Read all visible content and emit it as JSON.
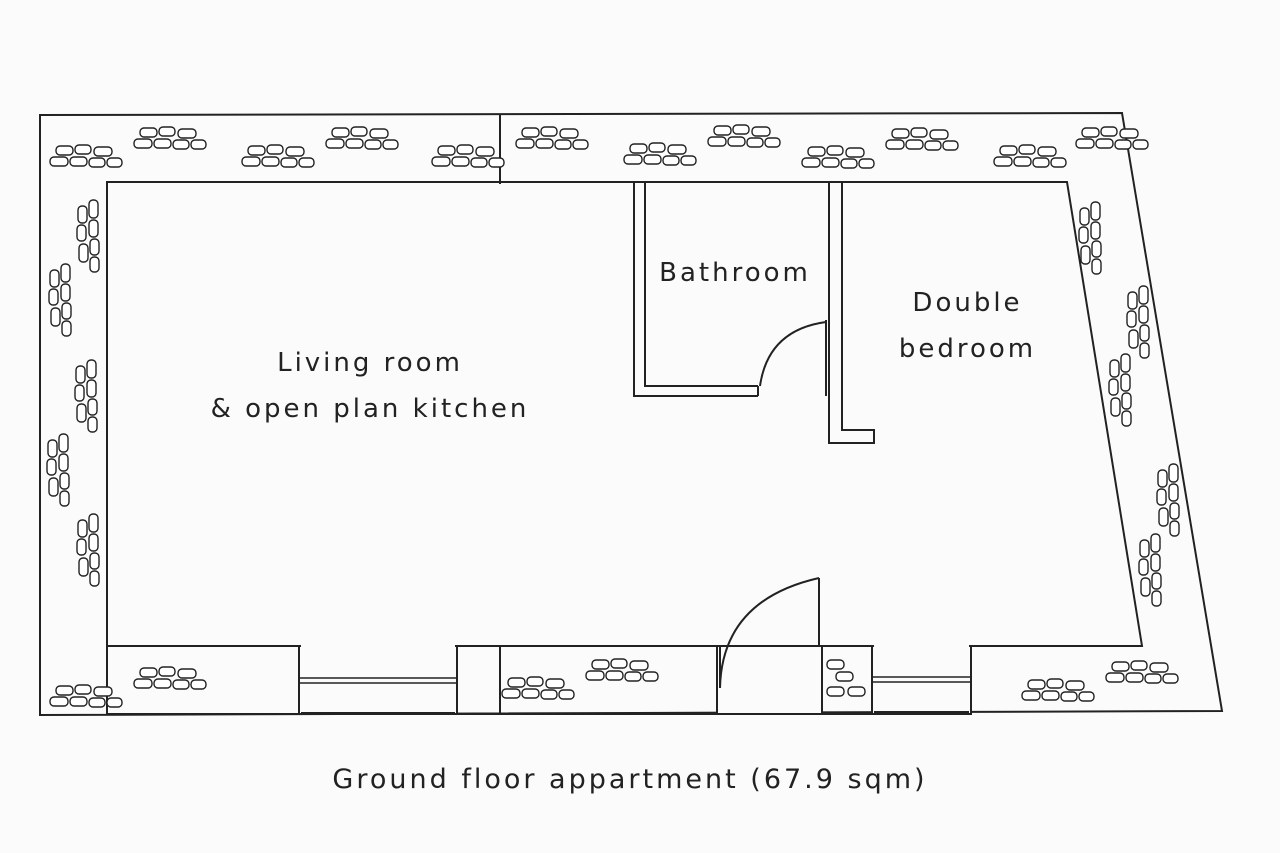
{
  "rooms": {
    "living_line1": "Living room",
    "living_line2": "& open plan kitchen",
    "bathroom": "Bathroom",
    "bedroom_line1": "Double",
    "bedroom_line2": "bedroom"
  },
  "caption": "Ground floor appartment (67.9 sqm)"
}
